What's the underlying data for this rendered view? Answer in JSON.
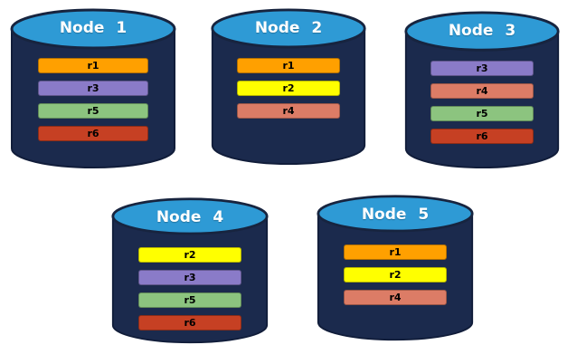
{
  "diagram": {
    "description": "Five database nodes with replica bars",
    "colors": {
      "background": "#ffffff",
      "cylinder_body": "#1B2A4D",
      "cylinder_outline": "#111D3A",
      "cylinder_top": "#2E9AD5",
      "cylinder_top_outline": "#17243F",
      "node_label_text": "#ffffff",
      "bar_text": "#000000"
    },
    "replica_colors": {
      "r1": "#FFA000",
      "r2": "#FFFF00",
      "r3": "#8A7BC8",
      "r4": "#DC7C66",
      "r5": "#8CC47F",
      "r6": "#C64023"
    },
    "nodes": [
      {
        "label": "Node 1",
        "bars": [
          {
            "label": "r1",
            "color": "#FFA000"
          },
          {
            "label": "r3",
            "color": "#8A7BC8"
          },
          {
            "label": "r5",
            "color": "#8CC47F"
          },
          {
            "label": "r6",
            "color": "#C64023"
          }
        ]
      },
      {
        "label": "Node 2",
        "bars": [
          {
            "label": "r1",
            "color": "#FFA000"
          },
          {
            "label": "r2",
            "color": "#FFFF00"
          },
          {
            "label": "r4",
            "color": "#DC7C66"
          }
        ]
      },
      {
        "label": "Node 3",
        "bars": [
          {
            "label": "r3",
            "color": "#8A7BC8"
          },
          {
            "label": "r4",
            "color": "#DC7C66"
          },
          {
            "label": "r5",
            "color": "#8CC47F"
          },
          {
            "label": "r6",
            "color": "#C64023"
          }
        ]
      },
      {
        "label": "Node 4",
        "bars": [
          {
            "label": "r2",
            "color": "#FFFF00"
          },
          {
            "label": "r3",
            "color": "#8A7BC8"
          },
          {
            "label": "r5",
            "color": "#8CC47F"
          },
          {
            "label": "r6",
            "color": "#C64023"
          }
        ]
      },
      {
        "label": "Node 5",
        "bars": [
          {
            "label": "r1",
            "color": "#FFA000"
          },
          {
            "label": "r2",
            "color": "#FFFF00"
          },
          {
            "label": "r4",
            "color": "#DC7C66"
          }
        ]
      }
    ]
  }
}
